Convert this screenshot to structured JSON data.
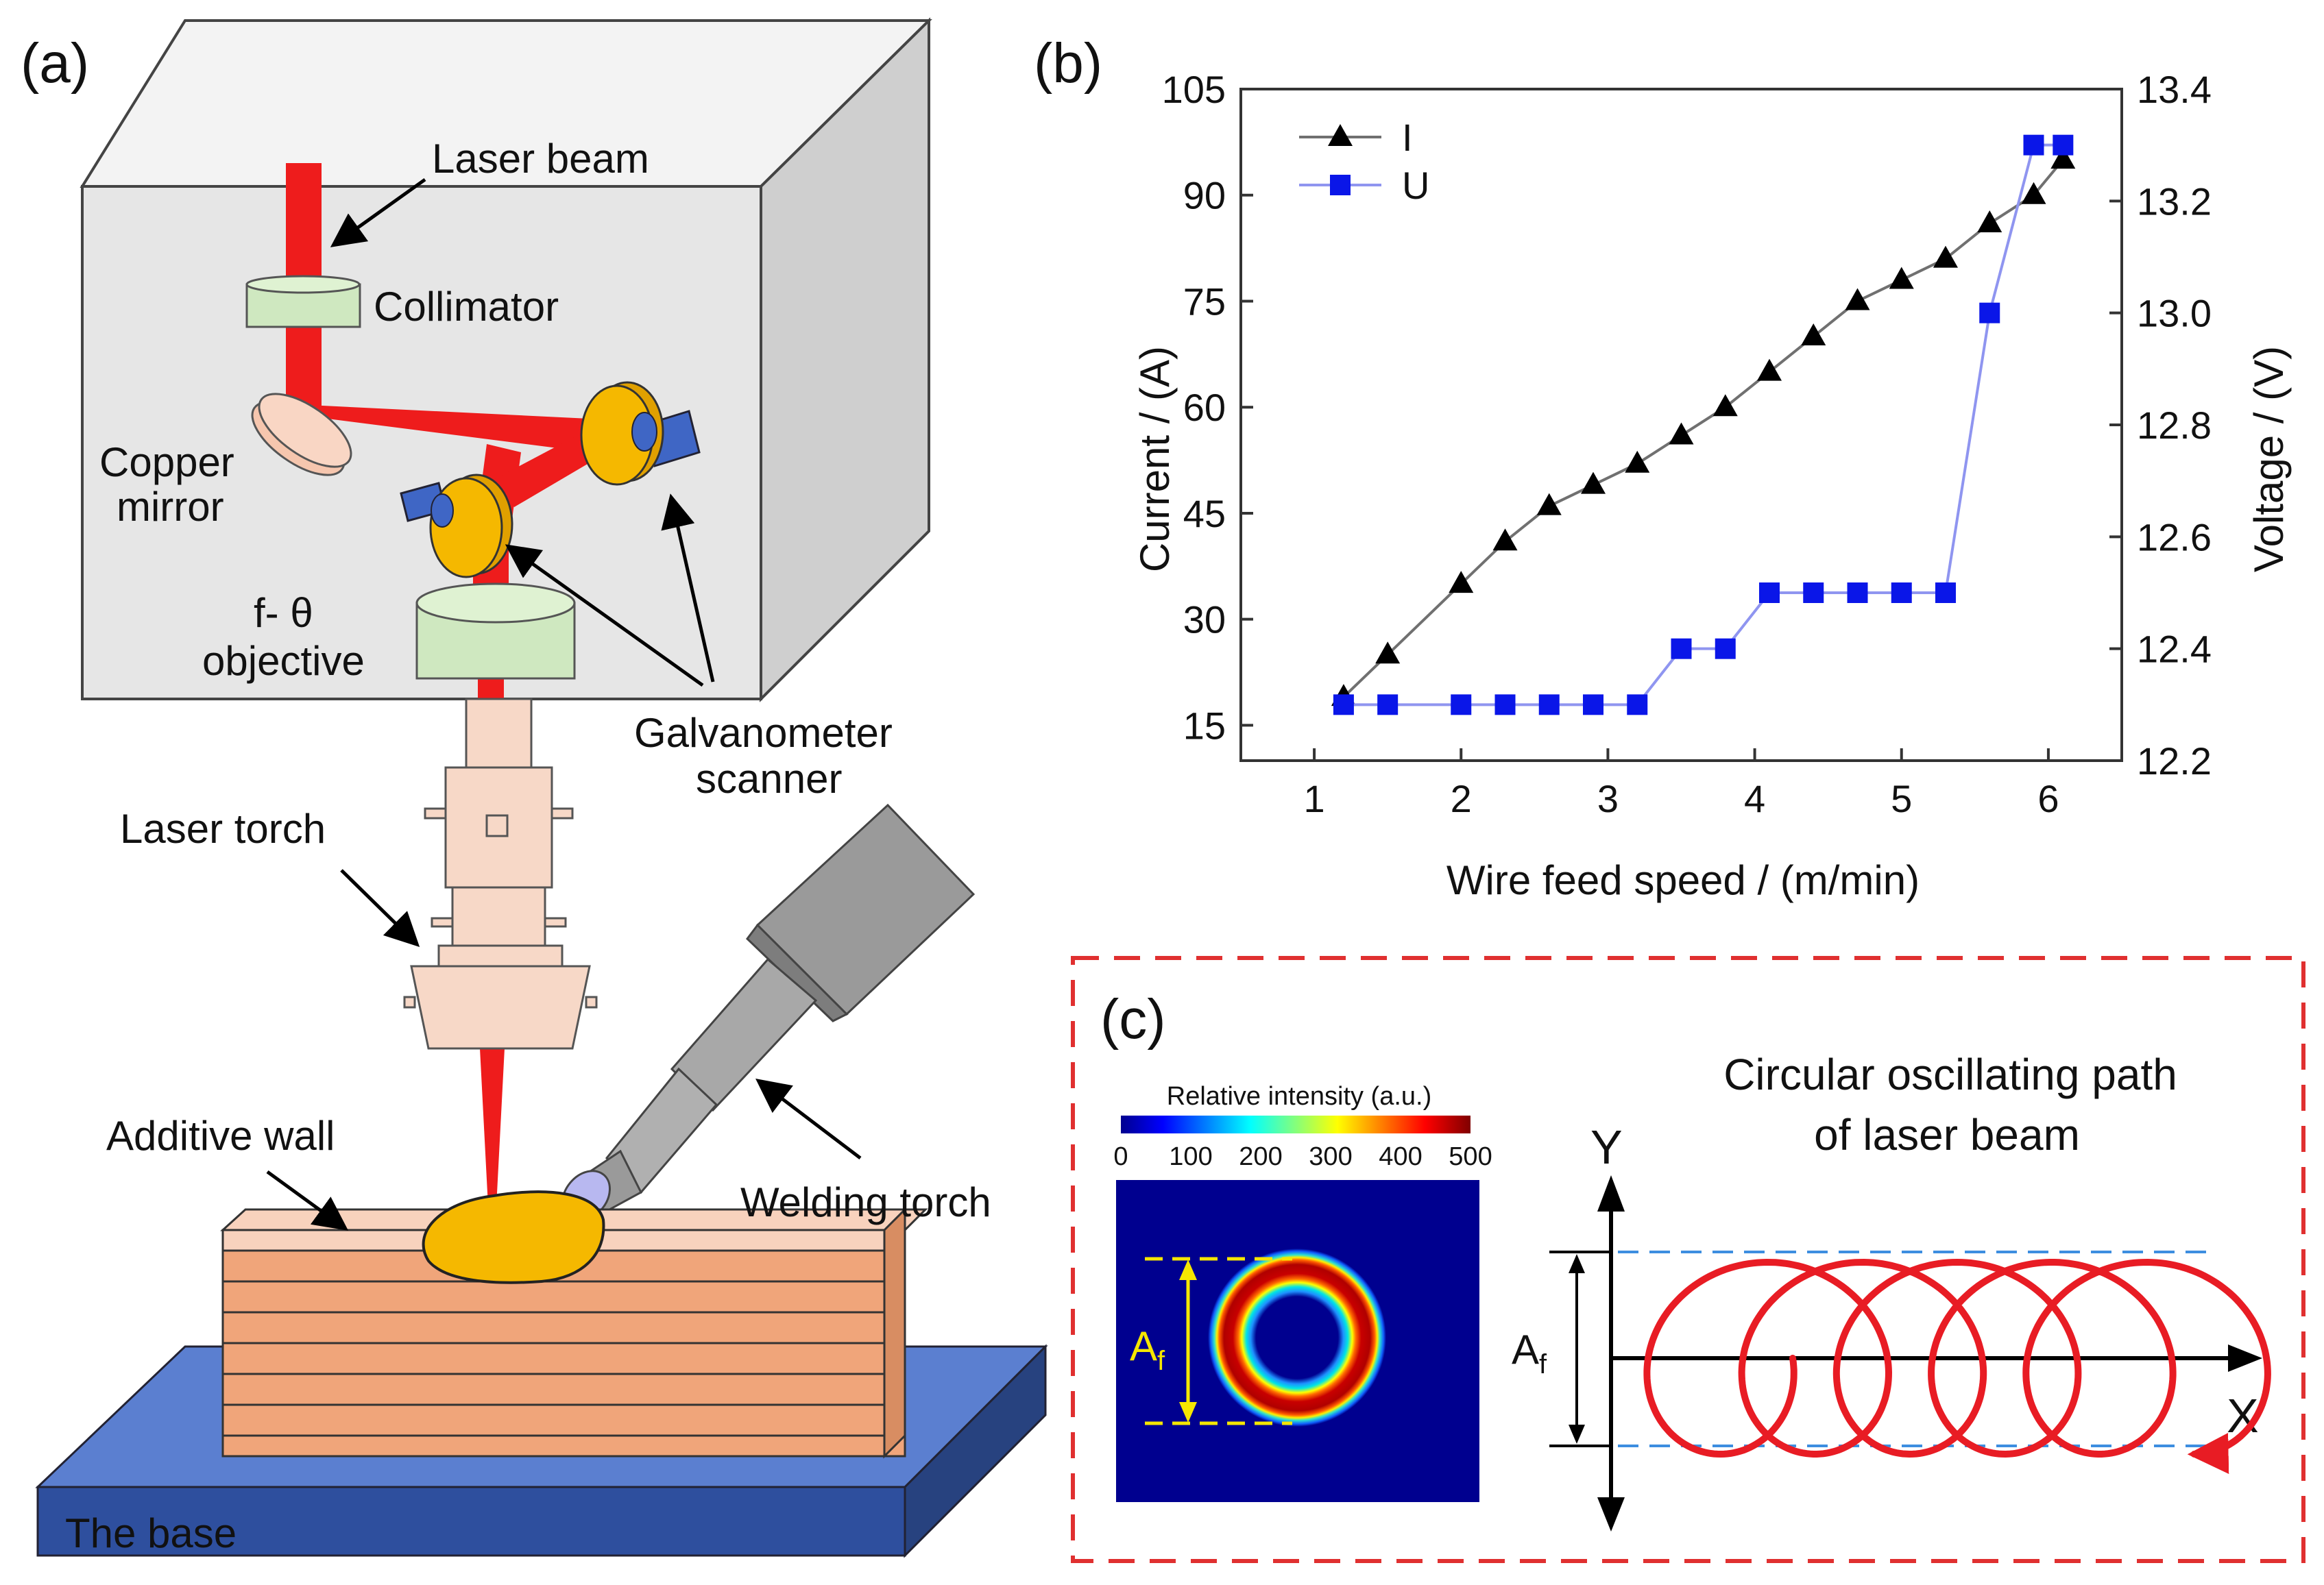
{
  "panel_a": {
    "label": "(a)",
    "labels": {
      "laser_beam": "Laser beam",
      "collimator": "Collimator",
      "copper_mirror_1": "Copper",
      "copper_mirror_2": "mirror",
      "f_theta_1": "f- θ",
      "f_theta_2": "objective",
      "galvanometer_1": "Galvanometer",
      "galvanometer_2": "scanner",
      "laser_torch": "Laser torch",
      "additive_wall": "Additive wall",
      "welding_torch": "Welding torch",
      "the_base": "The base"
    },
    "colors": {
      "beam": "#ee1c1c",
      "box_front": "#e6e6e6",
      "box_top": "#f3f3f3",
      "box_side": "#cfcfcf",
      "collimator": "#cfe8c0",
      "mirror": "#f6c6ae",
      "galvo": "#f5b800",
      "galvo_shaft": "#3f66c5",
      "torch": "#f7d8c7",
      "welding_torch": "#9a9a9a",
      "pool": "#f5b800",
      "wall": "#f0a57a",
      "wall_top": "#f8d2bd",
      "base_top": "#5b7fd0",
      "base_front": "#2e4f9e"
    }
  },
  "panel_b": {
    "label": "(b)",
    "xlabel": "Wire feed speed / (m/min)",
    "ylabel_left": "Current / (A)",
    "ylabel_right": "Voltage / (V)"
  },
  "chart_data": {
    "type": "line",
    "x_axis": {
      "label": "Wire feed speed / (m/min)",
      "lim": [
        0.5,
        6.5
      ],
      "ticks": [
        1,
        2,
        3,
        4,
        5,
        6
      ]
    },
    "y_axis_left": {
      "label": "Current / (A)",
      "lim": [
        10,
        105
      ],
      "ticks": [
        15,
        30,
        45,
        60,
        75,
        90,
        105
      ]
    },
    "y_axis_right": {
      "label": "Voltage / (V)",
      "lim": [
        12.2,
        13.4
      ],
      "ticks": [
        12.2,
        12.4,
        12.6,
        12.8,
        13.0,
        13.2,
        13.4
      ]
    },
    "grid": false,
    "legend": "top-left",
    "series": [
      {
        "name": "I",
        "axis": "left",
        "marker": "triangle",
        "color": "#000000",
        "line_color": "#707070",
        "x": [
          1.2,
          1.5,
          2.0,
          2.3,
          2.6,
          2.9,
          3.2,
          3.5,
          3.8,
          4.1,
          4.4,
          4.7,
          5.0,
          5.3,
          5.6,
          5.9,
          6.1
        ],
        "y": [
          19,
          25,
          35,
          41,
          46,
          49,
          52,
          56,
          60,
          65,
          70,
          75,
          78,
          81,
          86,
          90,
          95
        ]
      },
      {
        "name": "U",
        "axis": "right",
        "marker": "square",
        "color": "#0a16e8",
        "line_color": "#8f95f0",
        "x": [
          1.2,
          1.5,
          2.0,
          2.3,
          2.6,
          2.9,
          3.2,
          3.5,
          3.8,
          4.1,
          4.4,
          4.7,
          5.0,
          5.3,
          5.6,
          5.9,
          6.1
        ],
        "y": [
          12.3,
          12.3,
          12.3,
          12.3,
          12.3,
          12.3,
          12.3,
          12.4,
          12.4,
          12.5,
          12.5,
          12.5,
          12.5,
          12.5,
          13.0,
          13.3,
          13.3
        ]
      }
    ]
  },
  "panel_c": {
    "label": "(c)",
    "colorbar_title": "Relative intensity (a.u.)",
    "colorbar_ticks": [
      "0",
      "100",
      "200",
      "300",
      "400",
      "500"
    ],
    "af_main": "A",
    "af_sub": "f",
    "path_title_1": "Circular oscillating path",
    "path_title_2": "of  laser beam",
    "y_axis": "Y",
    "x_axis": "X",
    "colors": {
      "border": "#e03030",
      "path": "#e81c24",
      "dash": "#3d8ee0",
      "af_marker": "#f5e600",
      "heat_bg": "#00008f"
    }
  }
}
